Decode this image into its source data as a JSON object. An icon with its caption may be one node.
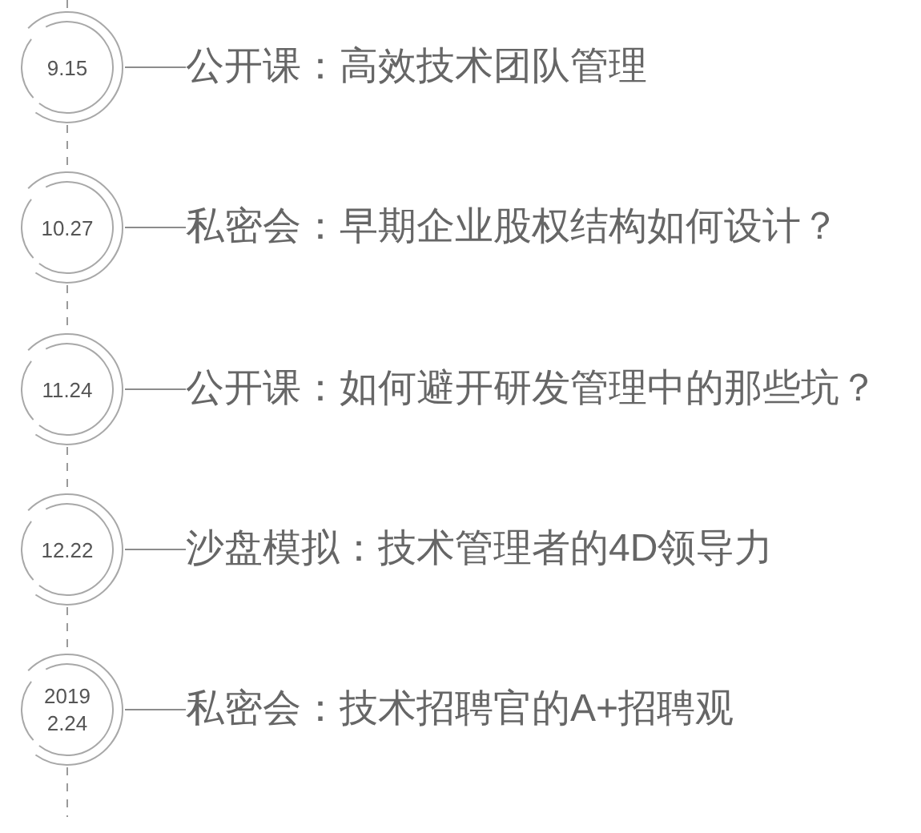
{
  "diagram": {
    "nodes": [
      {
        "text": [
          "9.15"
        ]
      },
      {
        "text": [
          "公开课：高效技术团队管理"
        ]
      },
      {
        "text": [
          "10.27"
        ]
      },
      {
        "text": [
          "私密会：早期企业股权结构如何设计？"
        ]
      },
      {
        "text": [
          "11.24"
        ]
      },
      {
        "text": [
          "公开课：如何避开研发管理中的那些坑？"
        ]
      },
      {
        "text": [
          "12.22"
        ]
      },
      {
        "text": [
          "沙盘模拟：技术管理者的4D领导力"
        ]
      },
      {
        "text": [
          "2019 2.24"
        ]
      },
      {
        "text": [
          "私密会：技术招聘官的A+招聘观"
        ]
      }
    ],
    "edges": [
      {
        "from": null,
        "to": 0,
        "arrow": "none",
        "style": "dashed"
      },
      {
        "from": 0,
        "to": 1,
        "arrow": "none"
      },
      {
        "from": 0,
        "to": 2,
        "arrow": "none",
        "style": "dashed"
      },
      {
        "from": 2,
        "to": 3,
        "arrow": "none"
      },
      {
        "from": 2,
        "to": 4,
        "arrow": "none",
        "style": "dashed"
      },
      {
        "from": 4,
        "to": 5,
        "arrow": "none"
      },
      {
        "from": 4,
        "to": 6,
        "arrow": "none",
        "style": "dashed"
      },
      {
        "from": 6,
        "to": 7,
        "arrow": "none"
      },
      {
        "from": 6,
        "to": 8,
        "arrow": "none",
        "style": "dashed"
      },
      {
        "from": 8,
        "to": 9,
        "arrow": "none"
      },
      {
        "from": 8,
        "to": null,
        "arrow": "none",
        "style": "dashed"
      }
    ]
  }
}
